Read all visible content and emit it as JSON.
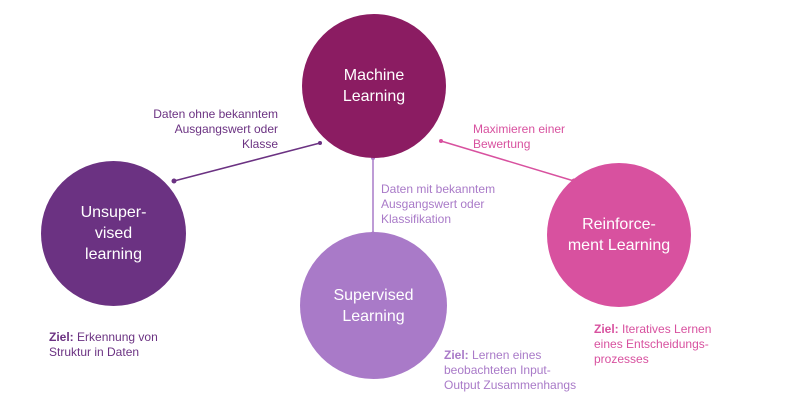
{
  "nodes": {
    "machine_learning": {
      "line1": "Machine",
      "line2": "Learning",
      "color": "#8b1c62"
    },
    "unsupervised": {
      "line1": "Unsuper-",
      "line2": "vised",
      "line3": "learning",
      "color": "#6b3282"
    },
    "supervised": {
      "line1": "Supervised",
      "line2": "Learning",
      "color": "#a97ac8"
    },
    "reinforcement": {
      "line1": "Reinforce-",
      "line2": "ment Learning",
      "color": "#d8519f"
    }
  },
  "edges": {
    "unsupervised": {
      "line1": "Daten ohne bekanntem",
      "line2": "Ausgangswert oder",
      "line3": "Klasse"
    },
    "supervised": {
      "line1": "Daten mit bekanntem",
      "line2": "Ausgangswert oder",
      "line3": "Klassifikation"
    },
    "reinforcement": {
      "line1": "Maximieren einer",
      "line2": "Bewertung"
    }
  },
  "goals": {
    "key": "Ziel:",
    "unsupervised": {
      "line1": "Erkennung von",
      "line2": "Struktur in Daten"
    },
    "supervised": {
      "line1": "Lernen eines",
      "line2": "beobachteten Input-",
      "line3": "Output Zusammenhangs"
    },
    "reinforcement": {
      "line1": "Iteratives Lernen",
      "line2": "eines Entscheidungs-",
      "line3": "prozesses"
    }
  }
}
